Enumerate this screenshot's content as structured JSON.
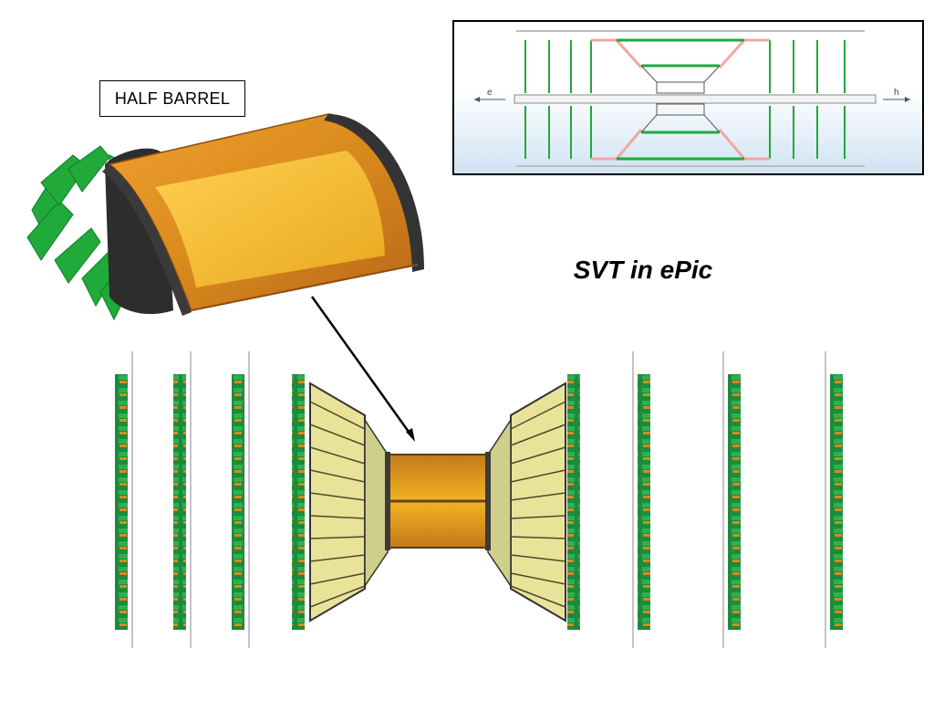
{
  "labels": {
    "half_barrel": "HALF BARREL",
    "title": "SVT in ePic"
  },
  "inset": {
    "left_beam_label": "e",
    "right_beam_label": "h"
  },
  "colors": {
    "copper": "#d98a1c",
    "gold": "#f2b320",
    "green": "#1faa3a",
    "dark_green": "#137a2a",
    "frame": "#3a3a3a",
    "pink": "#f2a7a0",
    "blue_grad_bottom": "#cfe3f3"
  }
}
